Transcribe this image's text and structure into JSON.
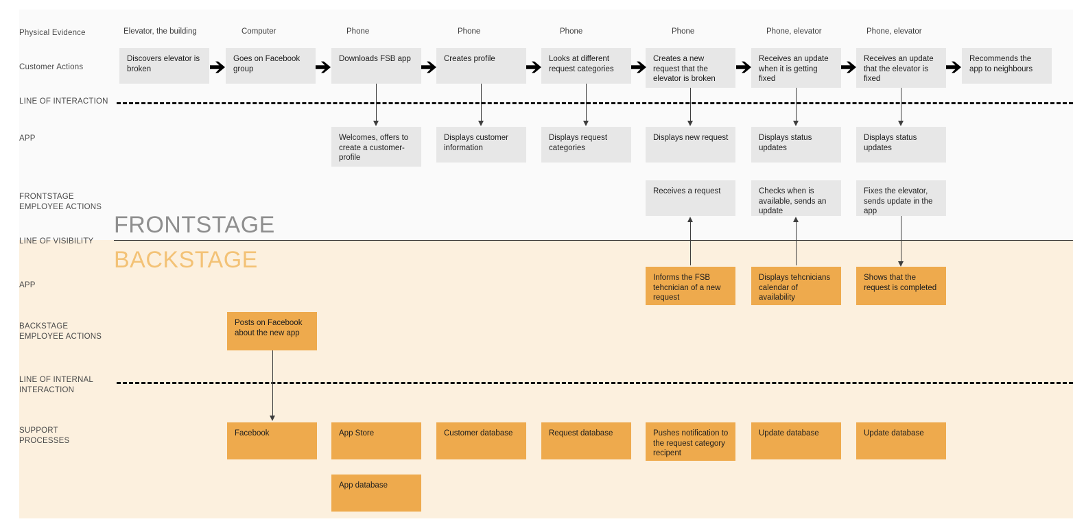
{
  "rows": {
    "physical_evidence": "Physical Evidence",
    "customer_actions": "Customer Actions",
    "line_of_interaction": "LINE OF INTERACTION",
    "app_front": "APP",
    "frontstage_employee_actions": "FRONTSTAGE\nEMPLOYEE ACTIONS",
    "line_of_visibility": "LINE OF VISIBILITY",
    "app_back": "APP",
    "backstage_employee_actions": "BACKSTAGE\nEMPLOYEE ACTIONS",
    "line_of_internal_interaction": "LINE OF INTERNAL\nINTERACTION",
    "support_processes": "SUPPORT\nPROCESSES"
  },
  "watermarks": {
    "frontstage": "FRONTSTAGE",
    "backstage": "BACKSTAGE"
  },
  "physical_evidence": [
    "Elevator, the building",
    "Computer",
    "Phone",
    "Phone",
    "Phone",
    "Phone",
    "Phone, elevator",
    "Phone, elevator",
    ""
  ],
  "customer_actions": [
    "Discovers elevator is broken",
    "Goes on Facebook group",
    "Downloads FSB app",
    "Creates profile",
    "Looks at different request categories",
    "Creates a new request that the elevator is broken",
    "Receives an update when it is getting fixed",
    "Receives an update that the elevator is fixed",
    "Recommends the app to neighbours"
  ],
  "app_frontstage": [
    "",
    "",
    "Welcomes, offers to create a customer-profile",
    "Displays customer information",
    "Displays request categories",
    "Displays new request",
    "Displays status updates",
    "Displays status updates",
    ""
  ],
  "frontstage_employee_actions": [
    "",
    "",
    "",
    "",
    "",
    "Receives a request",
    "Checks when is available, sends an update",
    "Fixes the elevator, sends update in the app",
    ""
  ],
  "app_backstage": [
    "",
    "",
    "",
    "",
    "",
    "Informs the FSB tehcnician  of a new request",
    "Displays tehcnicians calendar of availability",
    "Shows that the request is completed",
    ""
  ],
  "backstage_employee_actions": [
    "",
    "Posts on Facebook about the new app",
    "",
    "",
    "",
    "",
    "",
    "",
    ""
  ],
  "support_processes": [
    "",
    "Facebook",
    "App Store",
    "Customer database",
    "Request database",
    "Pushes notification to the request category recipent",
    "Update database",
    "Update database",
    ""
  ],
  "support_processes_second": [
    "",
    "",
    "App database",
    "",
    "",
    "",
    "",
    "",
    ""
  ],
  "colors": {
    "frontstage_background": "#fafafa",
    "backstage_background": "#fcf0de",
    "grey_box": "#e7e7e7",
    "orange_box": "#eeaa4d",
    "line": "#2b2b2b",
    "watermark_frontstage": "#8e8e8e",
    "watermark_backstage": "#f3c276"
  }
}
